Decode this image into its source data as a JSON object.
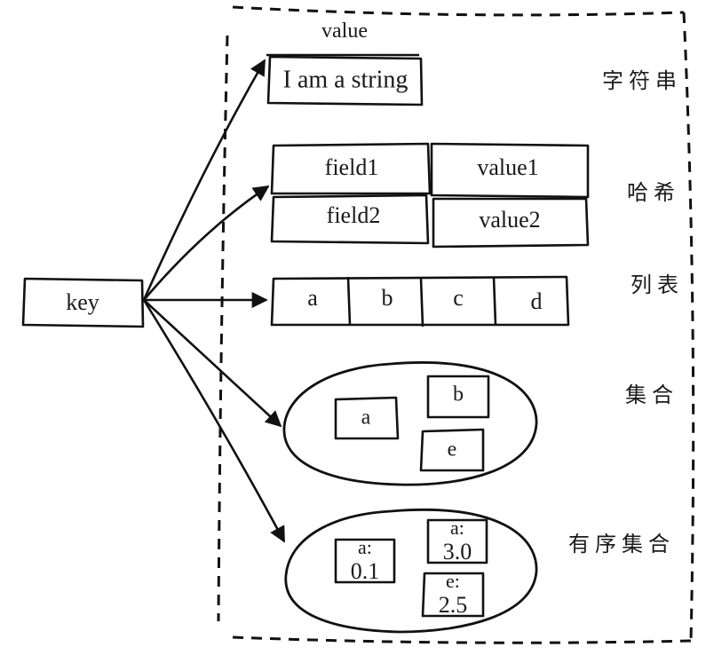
{
  "key": {
    "label": "key"
  },
  "string": {
    "heading": "value",
    "text": "I am a string",
    "type_label": "字符串"
  },
  "hash": {
    "rows": [
      {
        "field": "field1",
        "value": "value1"
      },
      {
        "field": "field2",
        "value": "value2"
      }
    ],
    "type_label": "哈希"
  },
  "list": {
    "items": [
      "a",
      "b",
      "c",
      "d"
    ],
    "type_label": "列表"
  },
  "set": {
    "members": [
      "a",
      "b",
      "e"
    ],
    "type_label": "集合"
  },
  "zset": {
    "members": [
      {
        "member": "a:",
        "score": "0.1"
      },
      {
        "member": "a:",
        "score": "3.0"
      },
      {
        "member": "e:",
        "score": "2.5"
      }
    ],
    "type_label": "有序集合"
  }
}
